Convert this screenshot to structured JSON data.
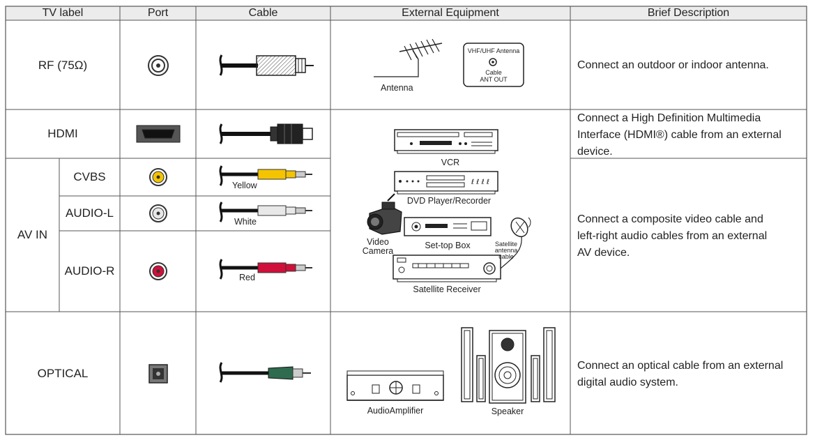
{
  "headers": {
    "tv_label": "TV label",
    "port": "Port",
    "cable": "Cable",
    "external_equipment": "External Equipment",
    "brief_description": "Brief Description"
  },
  "rows": {
    "rf": {
      "label": "RF (75Ω)",
      "antenna_label": "Antenna",
      "antenna_box_title": "VHF/UHF Antenna",
      "antenna_box_cable": "Cable",
      "antenna_box_ant_out": "ANT OUT",
      "description": "Connect an outdoor or indoor antenna."
    },
    "hdmi": {
      "label": "HDMI",
      "description_lines": [
        "Connect a High Definition Multimedia",
        "Interface (HDMI®) cable from an external",
        "device."
      ]
    },
    "av_in": {
      "group_label": "AV IN",
      "cvbs": {
        "label": "CVBS",
        "cable_color": "Yellow"
      },
      "audio_l": {
        "label": "AUDIO-L",
        "cable_color": "White"
      },
      "audio_r": {
        "label": "AUDIO-R",
        "cable_color": "Red"
      },
      "description_lines": [
        "Connect a composite video cable and",
        "left-right audio cables from an external",
        "AV device."
      ]
    },
    "optical": {
      "label": "OPTICAL",
      "amplifier_label": "AudioAmplifier",
      "speaker_label": "Speaker",
      "description_lines": [
        "Connect an optical cable from an external",
        "digital audio system."
      ]
    }
  },
  "equipment": {
    "vcr": "VCR",
    "dvd": "DVD Player/Recorder",
    "video_camera_line1": "Video",
    "video_camera_line2": "Camera",
    "set_top_box": "Set-top Box",
    "satellite_cable_line1": "Satellite",
    "satellite_cable_line2": "antenna",
    "satellite_cable_line3": "cable",
    "satellite_receiver": "Satellite Receiver"
  },
  "colors": {
    "grid": "#555555",
    "header_bg": "#ececec",
    "yellow": "#f5c400",
    "white": "#e8e8e8",
    "red": "#d0103a",
    "optical_green": "#2f6b4f"
  }
}
